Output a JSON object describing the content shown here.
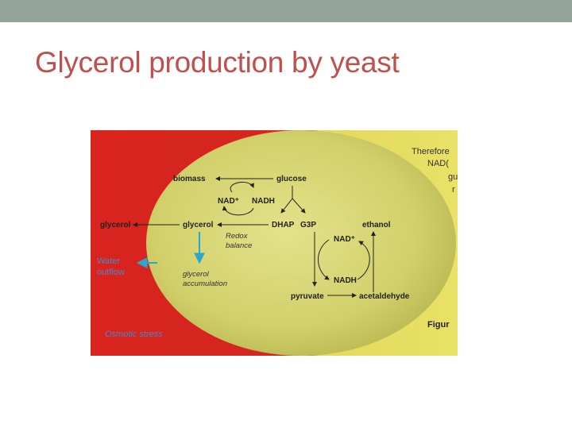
{
  "slide": {
    "title": "Glycerol production by yeast",
    "accent_color": "#c0504d",
    "topbar_color": "#93a49a"
  },
  "figure": {
    "background_left": "#d8231f",
    "background_right": "#e4dc58",
    "cell_color": "#d1d06a",
    "labels": {
      "biomass": "biomass",
      "glucose": "glucose",
      "nad_plus_top": "NAD⁺",
      "nadh_top": "NADH",
      "glycerol_outside": "glycerol",
      "glycerol_inside": "glycerol",
      "dhap": "DHAP",
      "g3p": "G3P",
      "ethanol": "ethanol",
      "redox_balance_1": "Redox",
      "redox_balance_2": "balance",
      "nad_plus_bottom": "NAD⁺",
      "nadh_bottom": "NADH",
      "water_outflow_1": "Water",
      "water_outflow_2": "outflow",
      "glycerol_accumulation_1": "glycerol",
      "glycerol_accumulation_2": "accumulation",
      "pyruvate": "pyruvate",
      "acetaldehyde": "acetaldehyde",
      "osmotic_stress": "Osmotic stress",
      "side_text_1": "Therefore",
      "side_text_2": "NAD(",
      "side_text_3": "gu",
      "side_text_4": "r",
      "figure_caption": "Figur"
    }
  }
}
